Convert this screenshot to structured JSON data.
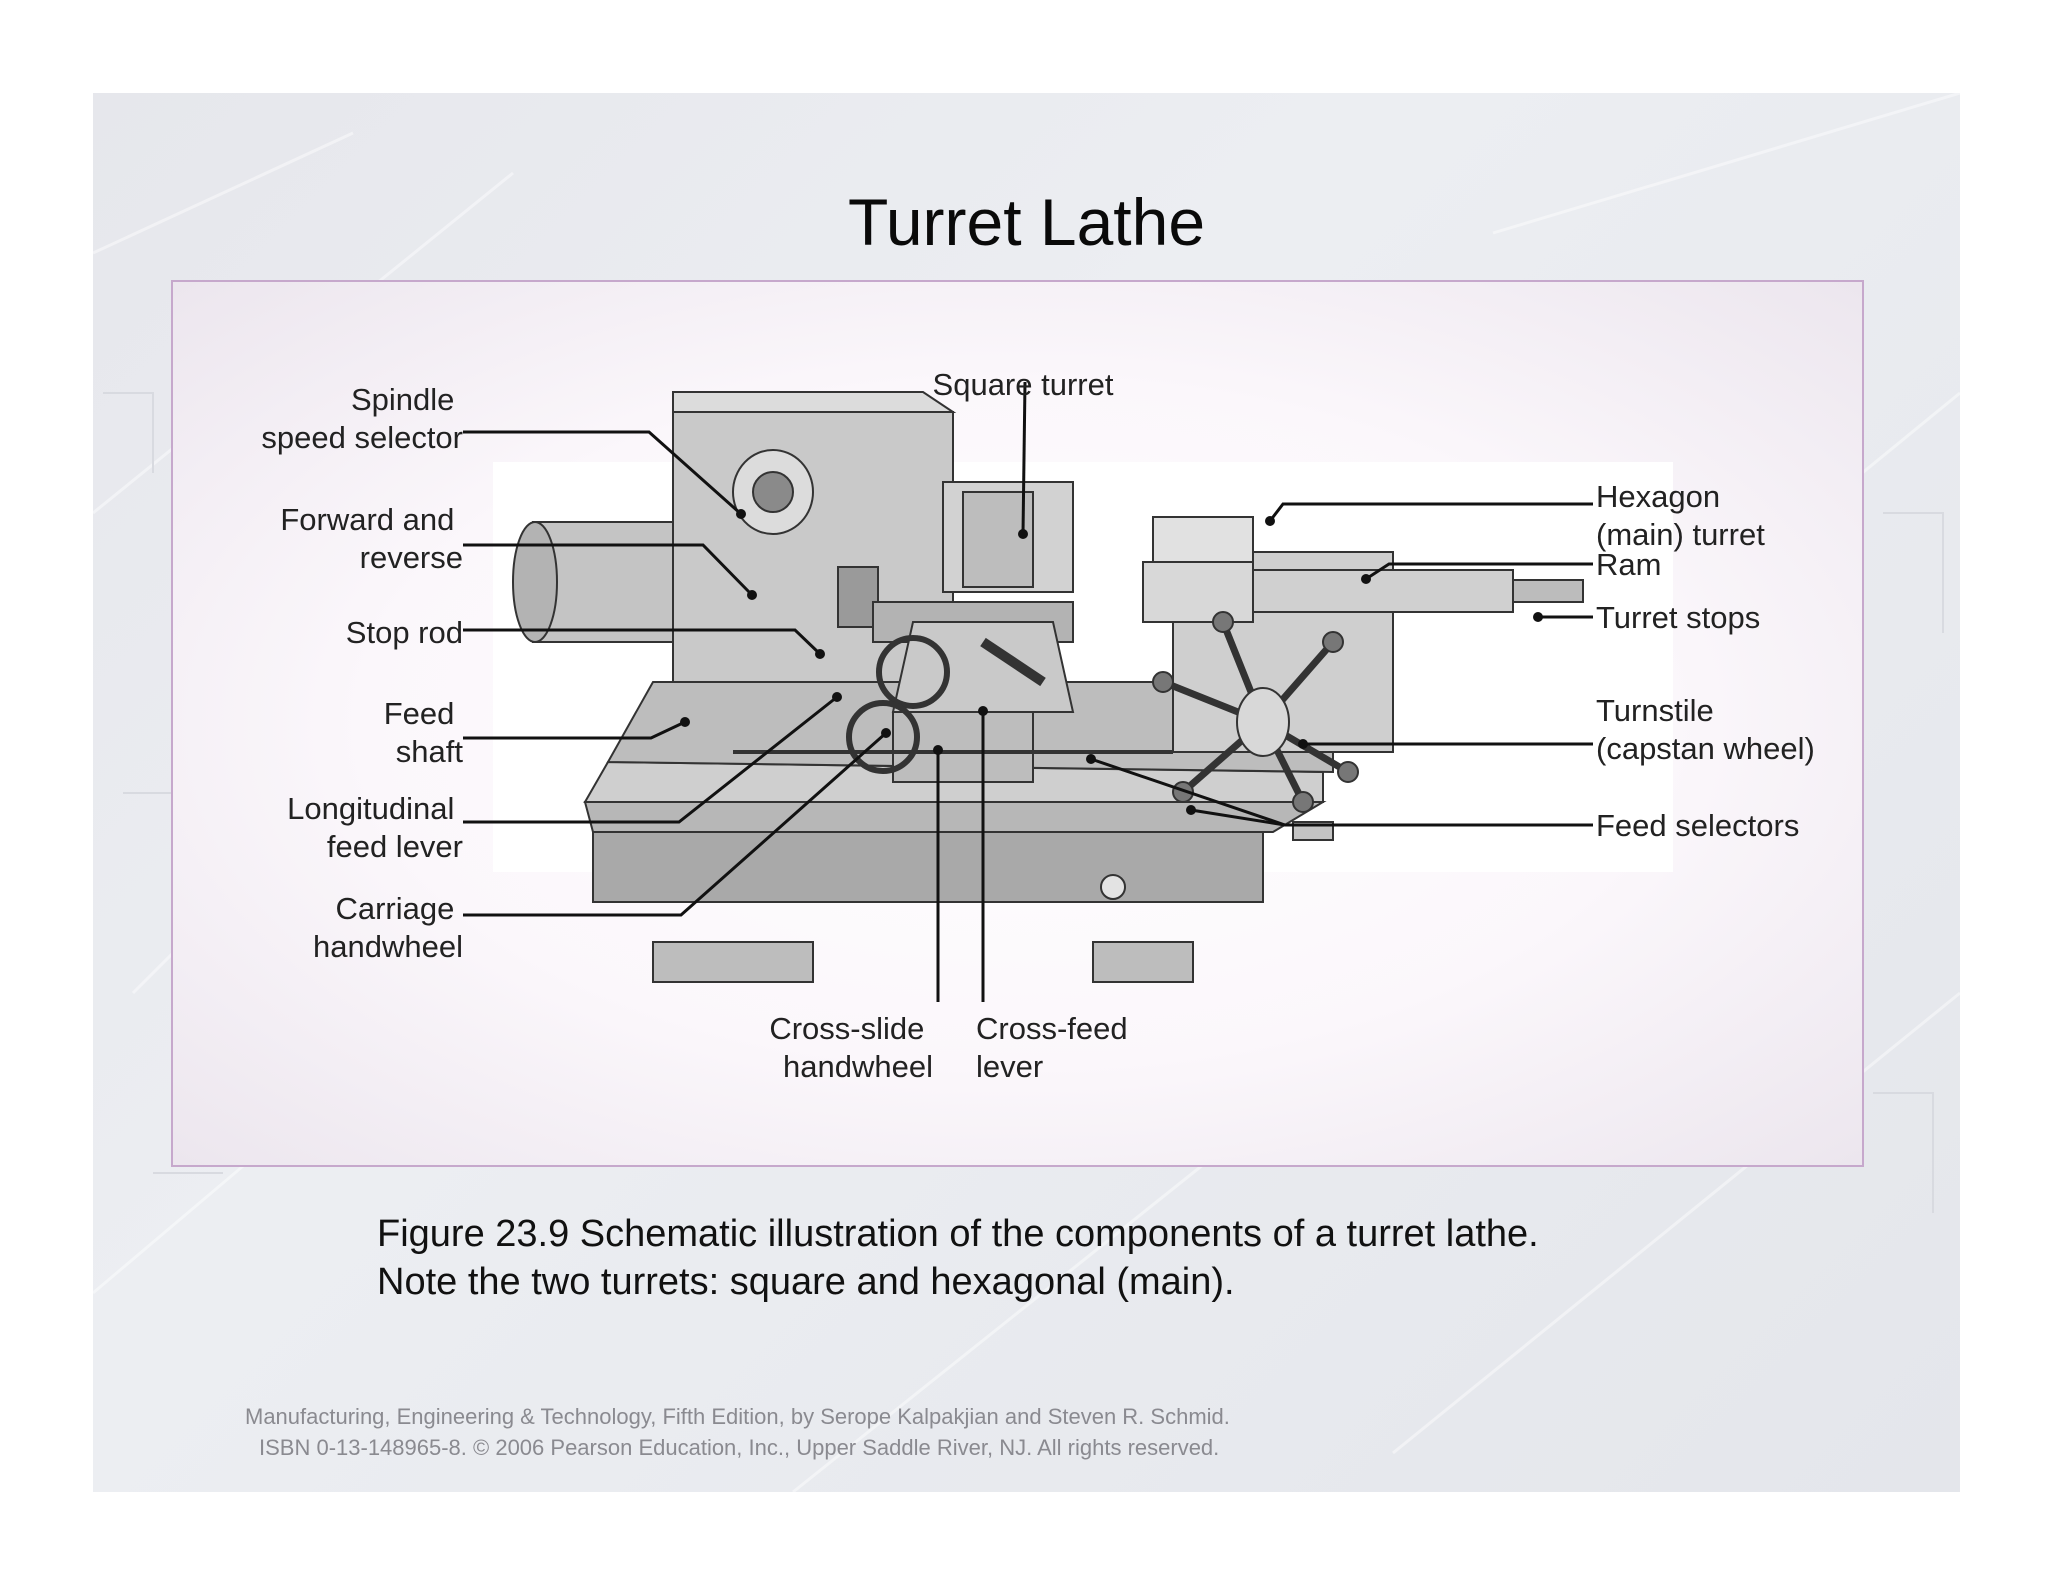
{
  "slide": {
    "title": "Turret Lathe"
  },
  "figure": {
    "labels": {
      "spindle_speed_selector": [
        "Spindle",
        "speed selector"
      ],
      "forward_and_reverse": [
        "Forward and",
        "reverse"
      ],
      "stop_rod": [
        "Stop rod"
      ],
      "feed_shaft": [
        "Feed",
        "shaft"
      ],
      "longitudinal_feed_lever": [
        "Longitudinal",
        "feed lever"
      ],
      "carriage_handwheel": [
        "Carriage",
        "handwheel"
      ],
      "square_turret": [
        "Square turret"
      ],
      "cross_slide_handwheel": [
        "Cross-slide",
        "handwheel"
      ],
      "cross_feed_lever": [
        "Cross-feed",
        "lever"
      ],
      "hexagon_main_turret": [
        "Hexagon",
        "(main) turret"
      ],
      "ram": [
        "Ram"
      ],
      "turret_stops": [
        "Turret stops"
      ],
      "turnstile": [
        "Turnstile",
        "(capstan wheel)"
      ],
      "feed_selectors": [
        "Feed selectors"
      ]
    }
  },
  "caption": {
    "line1": "Figure 23.9  Schematic illustration of the components of a turret lathe.",
    "line2": "Note the two turrets: square and hexagonal (main)."
  },
  "credits": {
    "line1": "Manufacturing, Engineering & Technology, Fifth Edition, by Serope Kalpakjian and Steven R. Schmid.",
    "line2": "ISBN 0-13-148965-8. © 2006 Pearson Education, Inc., Upper Saddle River, NJ.  All rights reserved."
  },
  "colors": {
    "title_text": "#0a0a0a",
    "frame_border": "#c6a8cc",
    "machine_body": "#c9c9c9",
    "credits_text": "#8a8a90"
  }
}
